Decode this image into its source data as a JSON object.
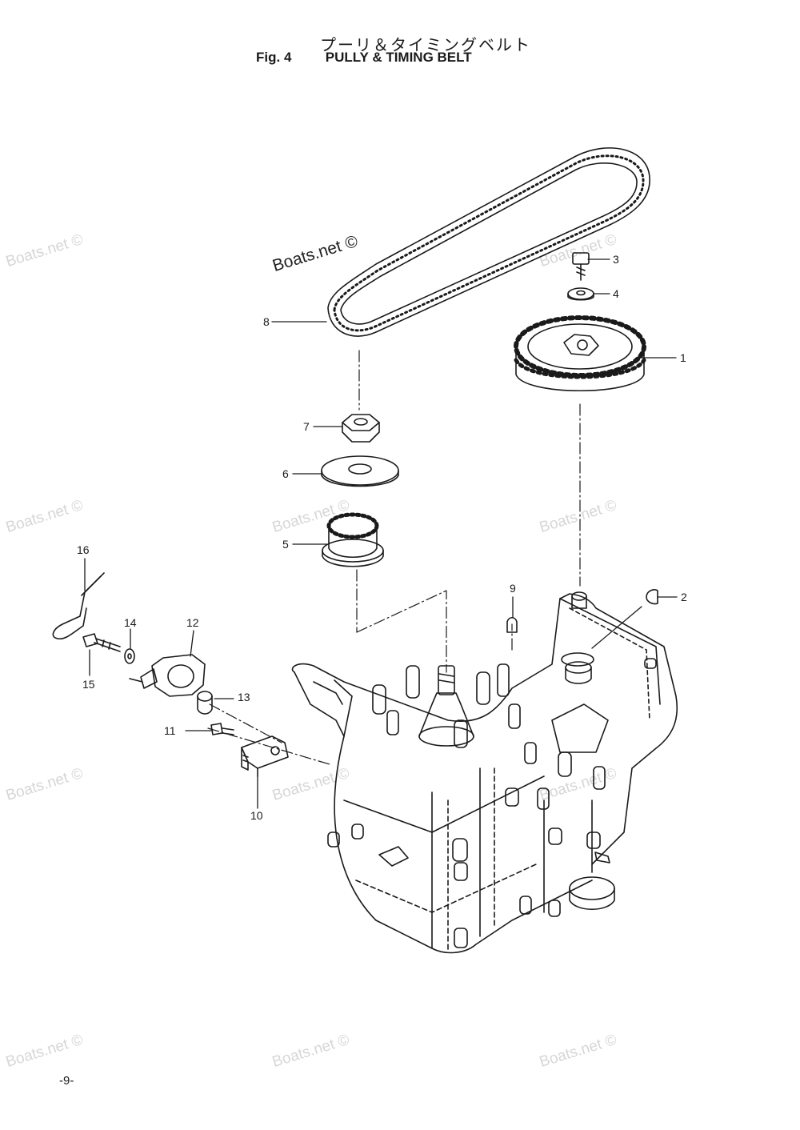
{
  "header": {
    "title_jp": "プーリ＆タイミングベルト",
    "figure_number": "Fig. 4",
    "figure_title": "PULLY & TIMING BELT"
  },
  "watermark": {
    "text": "Boats.net ©"
  },
  "callouts": [
    "1",
    "2",
    "3",
    "4",
    "5",
    "6",
    "7",
    "8",
    "9",
    "10",
    "11",
    "12",
    "13",
    "14",
    "15",
    "16"
  ],
  "footer": {
    "page_number": "-9-"
  }
}
